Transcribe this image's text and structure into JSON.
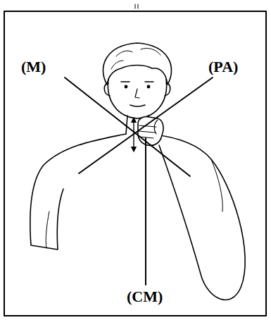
{
  "diagram": {
    "labels": [
      "(M)",
      "(PA)",
      "(CM)"
    ]
  }
}
